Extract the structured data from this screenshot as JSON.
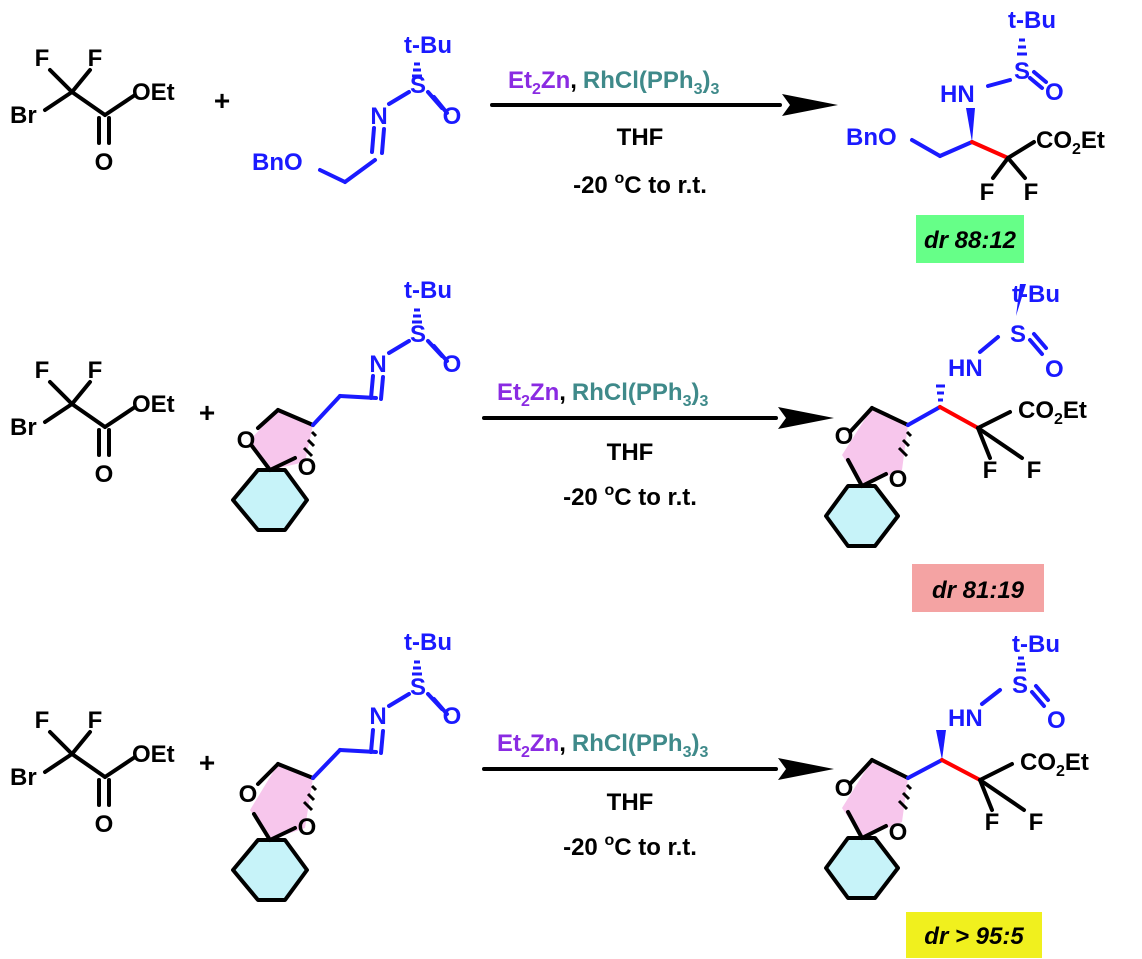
{
  "colors": {
    "main_blue": "#1a1aff",
    "reagent_purple": "#8a2be2",
    "reagent_teal": "#3f8a8a",
    "new_bond_red": "#ff0000",
    "ring_pink": "#f7c6ec",
    "ring_cyan": "#c7f3f9",
    "dr_green": "#66ff88",
    "dr_salmon": "#f4a3a3",
    "dr_yellow": "#f0f01e"
  },
  "reagent": {
    "br": "Br",
    "f": "F",
    "oet": "OEt",
    "o": "O"
  },
  "plus": "+",
  "imine": {
    "tbu": "t-Bu",
    "s": "S",
    "o": "O",
    "n": "N",
    "bno": "BnO"
  },
  "conditions": {
    "et": "Et",
    "et_sub": "2",
    "zn": "Zn",
    "comma": ",",
    "rh": "RhCl(PPh",
    "rh_sub": "3",
    "rh_close": ")",
    "rh_sub2": "3",
    "solvent": "THF",
    "temp_a": "-20 ",
    "temp_sup": "o",
    "temp_b": "C to r.t."
  },
  "product": {
    "tbu": "t-Bu",
    "hn": "HN",
    "s": "S",
    "o": "O",
    "bno": "BnO",
    "co2et_a": "CO",
    "co2et_sub": "2",
    "co2et_b": "Et",
    "f": "F"
  },
  "rows": [
    {
      "dr_label": "dr",
      "dr_value": " 88:12"
    },
    {
      "dr_label": "dr",
      "dr_value": " 81:19"
    },
    {
      "dr_label": "dr",
      "dr_value": " > 95:5"
    }
  ]
}
